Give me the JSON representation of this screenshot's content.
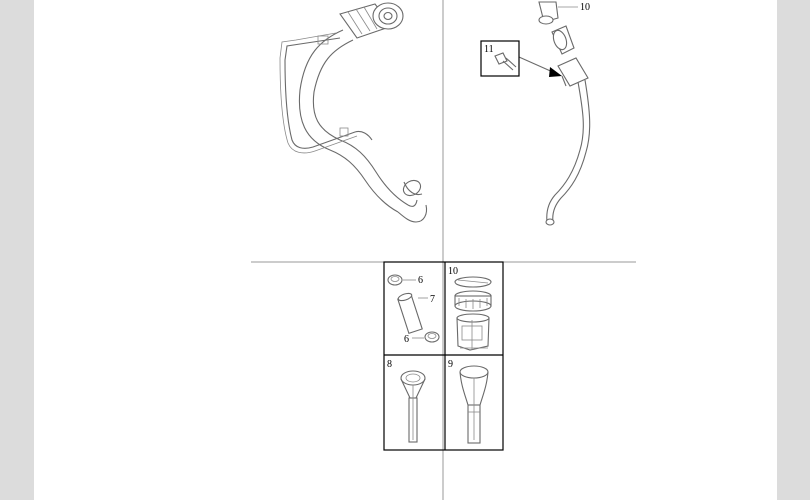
{
  "callouts": {
    "c6a": "6",
    "c6b": "6",
    "c7": "7",
    "c8": "8",
    "c9": "9",
    "c10_top": "10",
    "c10_box": "10",
    "c11": "11"
  },
  "colors": {
    "page_background": "#dcdcdc",
    "sheet": "#ffffff",
    "line_art": "#6a6a6a",
    "divider": "#9a9a9a",
    "frame": "#000000"
  }
}
